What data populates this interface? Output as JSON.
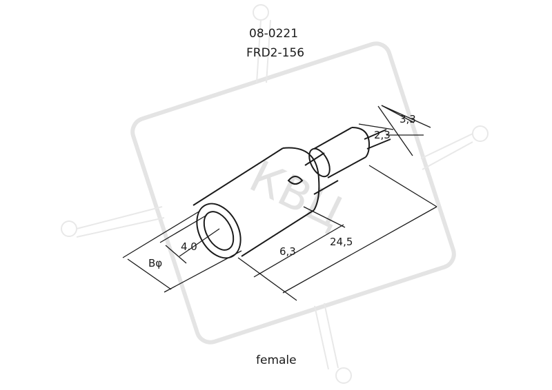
{
  "part": {
    "code": "08-0221",
    "model": "FRD2-156"
  },
  "dimensions": {
    "d1": "3,3",
    "d2": "2,3",
    "d3": "4.0",
    "d4": "Bφ",
    "d5": "6,3",
    "d6": "24,5"
  },
  "caption": "female",
  "watermark": "КВЦ",
  "colors": {
    "line": "#1a1a1a",
    "watermark": "#e4e4e4"
  }
}
